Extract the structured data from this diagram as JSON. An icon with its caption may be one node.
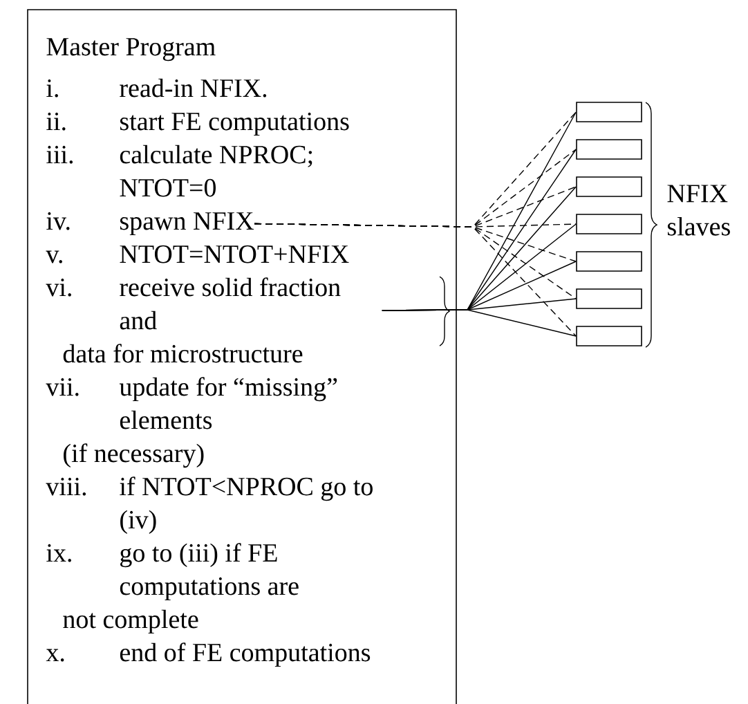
{
  "diagram": {
    "nodes": [
      {
        "text": [
          "Master Program"
        ]
      },
      {
        "text": [
          "i.",
          "read-in NFIX."
        ],
        "in": 0
      },
      {
        "text": [
          "ii.",
          "start FE computations"
        ],
        "in": 0
      },
      {
        "text": [
          "iii.",
          "calculate NPROC; NTOT=0"
        ],
        "in": 0
      },
      {
        "text": [
          "iv.",
          "spawn NFIX"
        ],
        "in": 0
      },
      {
        "text": [
          "v.",
          "NTOT=NTOT+NFIX"
        ],
        "in": 0
      },
      {
        "text": [
          "vi.",
          "receive solid fraction and",
          "data for microstructure"
        ],
        "in": 0
      },
      {
        "text": [
          "vii.",
          "update for “missing” elements",
          "(if necessary)"
        ],
        "in": 0
      },
      {
        "text": [
          "viii.",
          "if NTOT<NPROC go to (iv)"
        ],
        "in": 0
      },
      {
        "text": [
          "ix.",
          "go to (iii) if FE computations are",
          "not complete"
        ],
        "in": 0
      },
      {
        "text": [
          "x.",
          "end of FE computations"
        ],
        "in": 0
      },
      {
        "text": [],
        "shape": "box"
      },
      {
        "text": [],
        "shape": "box"
      },
      {
        "text": [],
        "shape": "box"
      },
      {
        "text": [],
        "shape": "box"
      },
      {
        "text": [],
        "shape": "box"
      },
      {
        "text": [],
        "shape": "box"
      },
      {
        "text": [],
        "shape": "box"
      }
    ],
    "edges": [
      {
        "from": 4,
        "to": 11,
        "arrow": "none",
        "style": "dashed"
      },
      {
        "from": 4,
        "to": 12,
        "arrow": "none",
        "style": "dashed"
      },
      {
        "from": 4,
        "to": 13,
        "arrow": "none",
        "style": "dashed"
      },
      {
        "from": 4,
        "to": 14,
        "arrow": "none",
        "style": "dashed"
      },
      {
        "from": 4,
        "to": 15,
        "arrow": "none",
        "style": "dashed"
      },
      {
        "from": 4,
        "to": 16,
        "arrow": "none",
        "style": "dashed"
      },
      {
        "from": 4,
        "to": 17,
        "arrow": "none",
        "style": "dashed"
      },
      {
        "from": 6,
        "to": 11,
        "arrow": "none"
      },
      {
        "from": 6,
        "to": 12,
        "arrow": "none"
      },
      {
        "from": 6,
        "to": 13,
        "arrow": "none"
      },
      {
        "from": 6,
        "to": 14,
        "arrow": "none"
      },
      {
        "from": 6,
        "to": 15,
        "arrow": "none"
      },
      {
        "from": 6,
        "to": 16,
        "arrow": "none"
      },
      {
        "from": 6,
        "to": 17,
        "arrow": "none"
      }
    ],
    "labels": [
      "NFIX slaves"
    ]
  }
}
